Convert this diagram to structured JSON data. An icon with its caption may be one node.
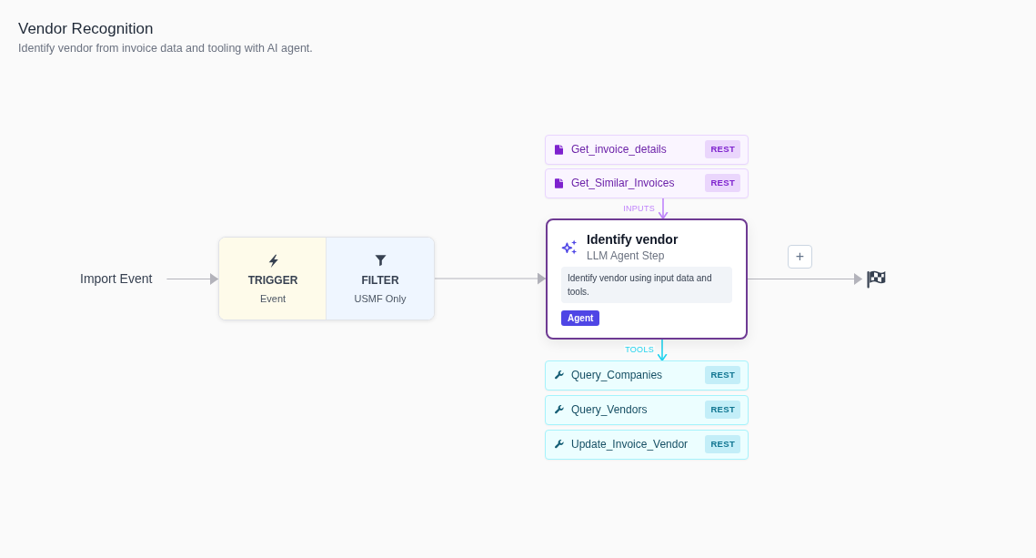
{
  "diagram": {
    "title": "Vendor Recognition",
    "nodes": [
      {
        "text": [
          "Import Event"
        ]
      },
      {
        "text": [],
        "shape": "box"
      },
      {
        "text": [
          "TRIGGER",
          "Event"
        ],
        "in": 1
      },
      {
        "text": [
          "FILTER",
          "USMF Only"
        ],
        "in": 1
      },
      {
        "text": [
          "Get_invoice_details",
          "REST"
        ]
      },
      {
        "text": [
          "Get_Similar_Invoices",
          "REST"
        ]
      },
      {
        "text": [
          "Identify vendor",
          "LLM Agent Step",
          "Identify vendor using input data and tools.",
          "Agent"
        ]
      },
      {
        "text": [
          "Query_Companies",
          "REST"
        ]
      },
      {
        "text": [
          "Query_Vendors",
          "REST"
        ]
      },
      {
        "text": [
          "Update_Invoice_Vendor",
          "REST"
        ]
      },
      {
        "text": [],
        "shape": "flag"
      }
    ],
    "edges": [
      {
        "from": 0,
        "to": 1,
        "arrow": "to"
      },
      {
        "from": 1,
        "to": 6,
        "arrow": "to"
      },
      {
        "from": 5,
        "to": 6,
        "arrow": "to",
        "label": "INPUTS",
        "color": "#c084fc"
      },
      {
        "from": 6,
        "to": 7,
        "arrow": "to",
        "label": "TOOLS",
        "color": "#22d3ee"
      },
      {
        "from": 6,
        "to": 10,
        "arrow": "to"
      }
    ],
    "labels": [
      "Identify vendor from invoice data and tooling with AI agent.",
      "+"
    ]
  }
}
